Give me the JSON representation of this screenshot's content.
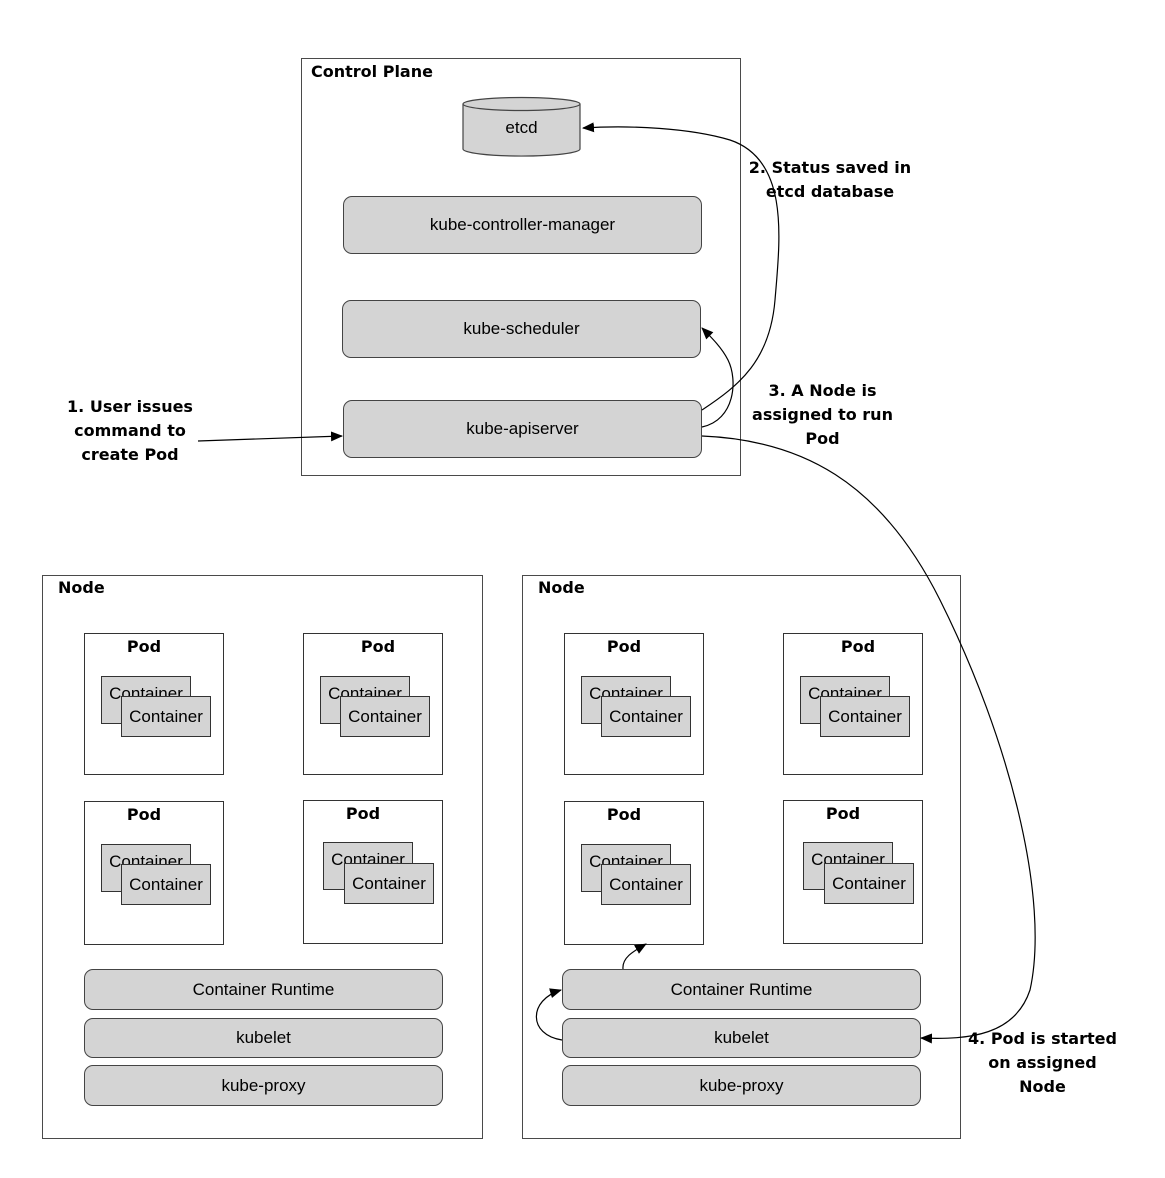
{
  "control_plane": {
    "title": "Control Plane",
    "etcd": "etcd",
    "controller_manager": "kube-controller-manager",
    "scheduler": "kube-scheduler",
    "apiserver": "kube-apiserver"
  },
  "nodes": [
    {
      "title": "Node",
      "pods": [
        {
          "label": "Pod",
          "container_back": "Container",
          "container_front": "Container"
        },
        {
          "label": "Pod",
          "container_back": "Container",
          "container_front": "Container"
        },
        {
          "label": "Pod",
          "container_back": "Container",
          "container_front": "Container"
        },
        {
          "label": "Pod",
          "container_back": "Container",
          "container_front": "Container"
        }
      ],
      "runtime": "Container Runtime",
      "kubelet": "kubelet",
      "proxy": "kube-proxy"
    },
    {
      "title": "Node",
      "pods": [
        {
          "label": "Pod",
          "container_back": "Container",
          "container_front": "Container"
        },
        {
          "label": "Pod",
          "container_back": "Container",
          "container_front": "Container"
        },
        {
          "label": "Pod",
          "container_back": "Container",
          "container_front": "Container"
        },
        {
          "label": "Pod",
          "container_back": "Container",
          "container_front": "Container"
        }
      ],
      "runtime": "Container Runtime",
      "kubelet": "kubelet",
      "proxy": "kube-proxy"
    }
  ],
  "steps": [
    {
      "line1": "1. User  issues",
      "line2": "command to",
      "line3": "create  Pod"
    },
    {
      "line1": "2. Status saved in",
      "line2": "etcd database"
    },
    {
      "line1": "3. A Node is",
      "line2": "assigned to run",
      "line3": "Pod"
    },
    {
      "line1": "4. Pod is started",
      "line2": "on assigned",
      "line3": "Node"
    }
  ]
}
